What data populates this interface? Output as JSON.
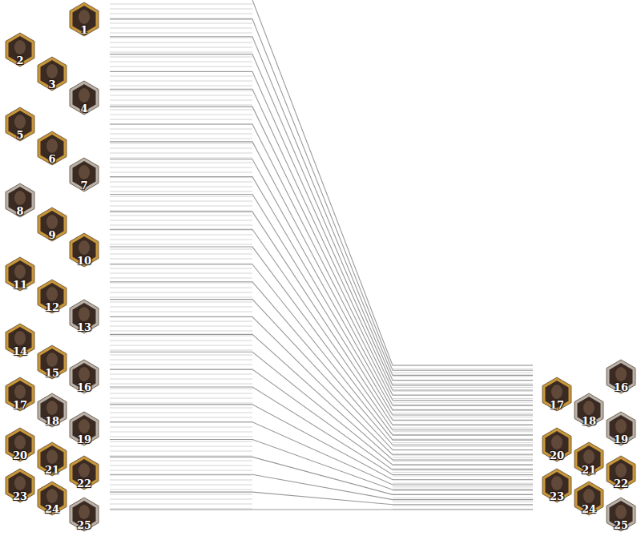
{
  "diagram": {
    "nodes": [
      {
        "text": [
          "1"
        ]
      },
      {
        "text": [
          "2"
        ]
      },
      {
        "text": [
          "3"
        ]
      },
      {
        "text": [
          "4"
        ]
      },
      {
        "text": [
          "5"
        ]
      },
      {
        "text": [
          "6"
        ]
      },
      {
        "text": [
          "7"
        ]
      },
      {
        "text": [
          "8"
        ]
      },
      {
        "text": [
          "9"
        ]
      },
      {
        "text": [
          "10"
        ]
      },
      {
        "text": [
          "11"
        ]
      },
      {
        "text": [
          "12"
        ]
      },
      {
        "text": [
          "13"
        ]
      },
      {
        "text": [
          "14"
        ]
      },
      {
        "text": [
          "15"
        ]
      },
      {
        "text": [
          "16"
        ]
      },
      {
        "text": [
          "17"
        ]
      },
      {
        "text": [
          "18"
        ]
      },
      {
        "text": [
          "19"
        ]
      },
      {
        "text": [
          "20"
        ]
      },
      {
        "text": [
          "21"
        ]
      },
      {
        "text": [
          "22"
        ]
      },
      {
        "text": [
          "23"
        ]
      },
      {
        "text": [
          "24"
        ]
      },
      {
        "text": [
          "25"
        ]
      },
      {
        "text": [
          "16"
        ]
      },
      {
        "text": [
          "17"
        ]
      },
      {
        "text": [
          "18"
        ]
      },
      {
        "text": [
          "19"
        ]
      },
      {
        "text": [
          "20"
        ]
      },
      {
        "text": [
          "21"
        ]
      },
      {
        "text": [
          "22"
        ]
      },
      {
        "text": [
          "23"
        ]
      },
      {
        "text": [
          "24"
        ]
      },
      {
        "text": [
          "25"
        ]
      }
    ]
  }
}
